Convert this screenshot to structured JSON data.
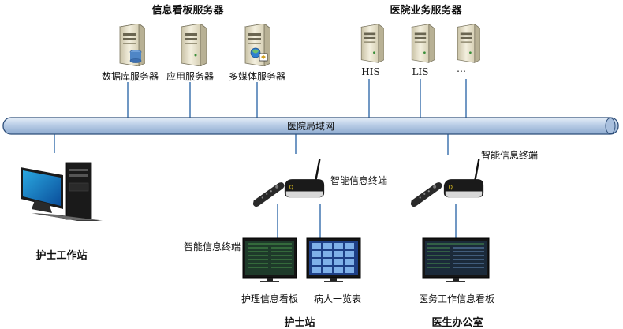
{
  "headers": {
    "info_board_servers": "信息看板服务器",
    "hospital_business_servers": "医院业务服务器"
  },
  "servers": {
    "database": "数据库服务器",
    "application": "应用服务器",
    "multimedia": "多媒体服务器",
    "his": "HIS",
    "lis": "LIS",
    "more": "…"
  },
  "network": {
    "label": "医院局域网"
  },
  "terminals": {
    "nurse_station_terminal": "智能信息终端",
    "doctor_office_terminal": "智能信息终端",
    "board_terminal": "智能信息终端"
  },
  "displays": {
    "nursing_board": "护理信息看板",
    "patient_list": "病人一览表",
    "medical_board": "医务工作信息看板"
  },
  "locations": {
    "nurse_workstation": "护士工作站",
    "nurse_station": "护士站",
    "doctor_office": "医生办公室"
  },
  "colors": {
    "network_bar": "#b9cde6",
    "network_stroke": "#2f4f7a",
    "line": "#4d7fb5",
    "server_body": "#e9e4cf",
    "screen": "#1e3f86"
  }
}
